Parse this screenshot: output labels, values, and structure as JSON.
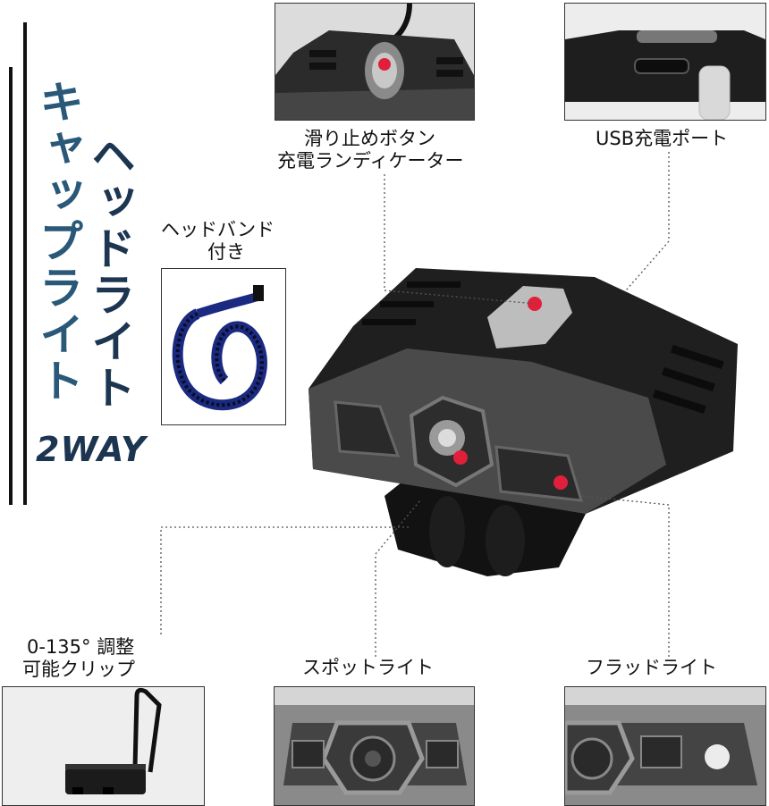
{
  "title": {
    "col1": "キャップライト",
    "col2": "ヘッドライト",
    "subtitle": "2WAY"
  },
  "labels": {
    "slide_button_line1": "滑り止めボタン",
    "slide_button_line2": "充電ランディケーター",
    "usb_port": "USB充電ポート",
    "headband_line1": "ヘッドバンド",
    "headband_line2": "付き",
    "clip_line1": "0-135°  調整",
    "clip_line2": "可能クリップ",
    "spot_light": "スポットライト",
    "flood_light": "フラッドライト"
  },
  "colors": {
    "title_blue": "#1c3550",
    "highlight_red": "#e0203a"
  }
}
